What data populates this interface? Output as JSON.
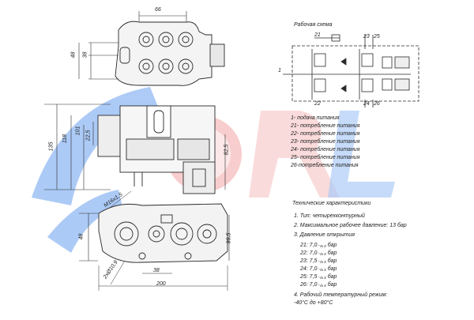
{
  "scheme": {
    "title": "Рабочая схема",
    "ports": {
      "p21": "21",
      "p22": "22",
      "p23": "23",
      "p24": "24",
      "p25": "25",
      "p26": "26",
      "p1": "1"
    }
  },
  "dimensions": {
    "top_width": "66",
    "top_h1": "48",
    "top_h2": "38",
    "mid_h1": "135",
    "mid_h2": "118",
    "mid_h3": "101",
    "mid_h4": "22,5",
    "mid_h5": "82,5",
    "bot_thread": "M16x1,5",
    "bot_h1": "48",
    "bot_h2": "99,5",
    "bot_hole": "2xØ10,9",
    "bot_w1": "38",
    "bot_w2": "200"
  },
  "legend": [
    "1- подача питания",
    "21- потребление питания",
    "22- потребление питания",
    "23- потребление питания",
    "24- потребление питания",
    "25- потребление питания",
    "26-потребление питания"
  ],
  "specs": {
    "title": "Технические характеристики",
    "items": [
      "1. Тип: четырехконтурный",
      "2. Максимальное рабочее давление: 13 бар",
      "3. Давление открытия"
    ],
    "pressures": [
      "21: 7,0₋₀,₃ бар",
      "22: 7,0₋₀,₃ бар",
      "23: 7,5₋₀,₃ бар",
      "24: 7,0₋₀,₃ бар",
      "25: 7,5₋₀,₃ бар",
      "26: 7,0₋₀,₃ бар"
    ],
    "temp_label": "4. Рабочий температурный режим:",
    "temp_range": "-40°C до +80°C"
  },
  "colors": {
    "line": "#2a2a2a",
    "watermark_blue": "#2f6fd6",
    "watermark_red": "#e34141"
  }
}
